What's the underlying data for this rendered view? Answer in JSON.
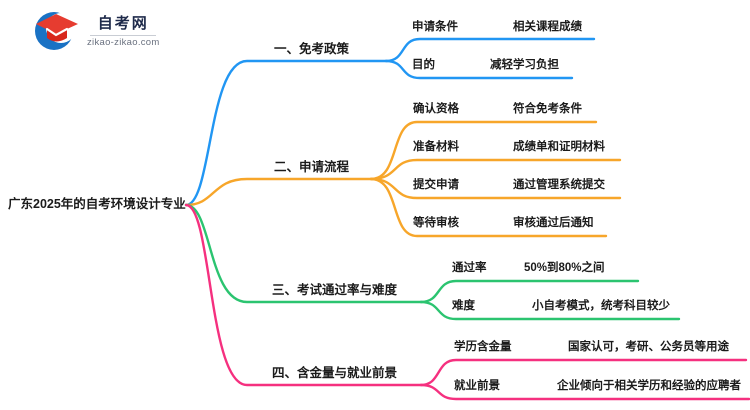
{
  "logo": {
    "site_name": "自考网",
    "site_url": "zikao-zikao.com",
    "icon": "graduation-cap-icon"
  },
  "root": {
    "label": "广东2025年的自考环境设计专业"
  },
  "colors": {
    "branch_1": "#2196f3",
    "branch_2": "#f7a62a",
    "branch_3": "#2bc470",
    "branch_4": "#f5307f",
    "text": "#1b1b1b",
    "logo_blue": "#1a72c4",
    "logo_red": "#e63c30"
  },
  "branches": [
    {
      "label": "一、免考政策",
      "color": "#2196f3",
      "children": [
        {
          "label": "申请条件",
          "value": "相关课程成绩"
        },
        {
          "label": "目的",
          "value": "减轻学习负担"
        }
      ]
    },
    {
      "label": "二、申请流程",
      "color": "#f7a62a",
      "children": [
        {
          "label": "确认资格",
          "value": "符合免考条件"
        },
        {
          "label": "准备材料",
          "value": "成绩单和证明材料"
        },
        {
          "label": "提交申请",
          "value": "通过管理系统提交"
        },
        {
          "label": "等待审核",
          "value": "审核通过后通知"
        }
      ]
    },
    {
      "label": "三、考试通过率与难度",
      "color": "#2bc470",
      "children": [
        {
          "label": "通过率",
          "value": "50%到80%之间"
        },
        {
          "label": "难度",
          "value": "小自考模式，统考科目较少"
        }
      ]
    },
    {
      "label": "四、含金量与就业前景",
      "color": "#f5307f",
      "children": [
        {
          "label": "学历含金量",
          "value": "国家认可，考研、公务员等用途"
        },
        {
          "label": "就业前景",
          "value": "企业倾向于相关学历和经验的应聘者"
        }
      ]
    }
  ]
}
